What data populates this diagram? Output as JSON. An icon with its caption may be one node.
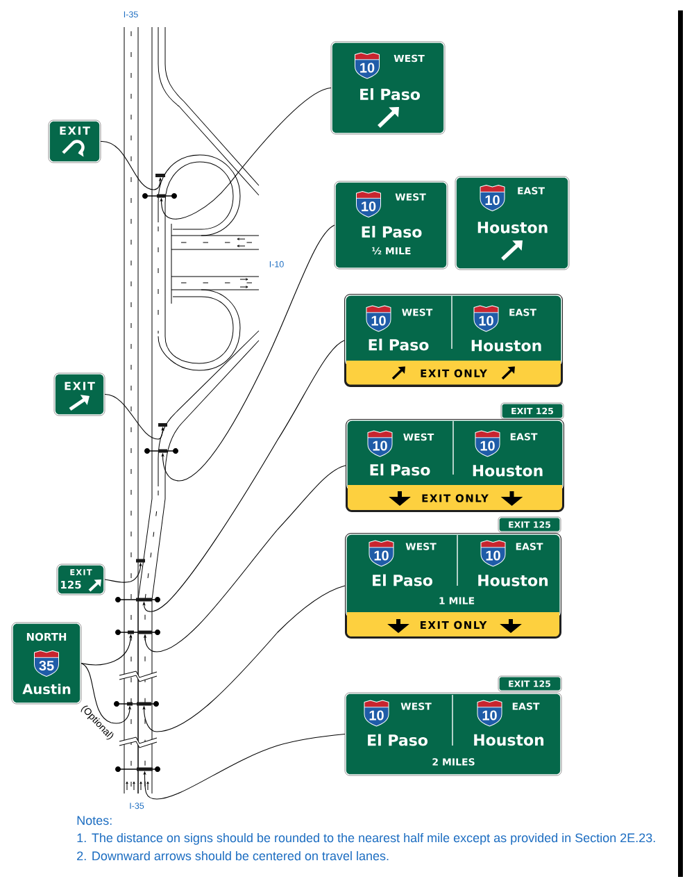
{
  "diagram": {
    "nodes": [
      {
        "text": [
          "WEST",
          "El Paso"
        ]
      },
      {
        "text": [
          "10"
        ],
        "in": 0
      },
      {
        "text": [
          "EXIT"
        ]
      },
      {
        "text": [],
        "shape": "bar"
      },
      {
        "text": [
          "WEST",
          "El Paso",
          "½ MILE"
        ]
      },
      {
        "text": [
          "10"
        ],
        "in": 4
      },
      {
        "text": [
          "EAST",
          "Houston"
        ]
      },
      {
        "text": [
          "10"
        ],
        "in": 6
      },
      {
        "text": [],
        "shape": "bar"
      },
      {
        "text": [
          "WEST",
          "El Paso",
          "EAST",
          "Houston"
        ]
      },
      {
        "text": [
          "10"
        ],
        "in": 9
      },
      {
        "text": [
          "10"
        ],
        "in": 9
      },
      {
        "text": [
          "EXIT ONLY"
        ],
        "in": 9
      },
      {
        "text": [
          "EXIT"
        ]
      },
      {
        "text": [
          "EXIT 125"
        ]
      },
      {
        "text": [
          "WEST",
          "El Paso",
          "EAST",
          "Houston"
        ]
      },
      {
        "text": [
          "10"
        ],
        "in": 15
      },
      {
        "text": [
          "10"
        ],
        "in": 15
      },
      {
        "text": [
          "EXIT ONLY"
        ],
        "in": 15
      },
      {
        "text": [],
        "shape": "bar"
      },
      {
        "text": [],
        "shape": "bar"
      },
      {
        "text": [
          "EXIT 125"
        ]
      },
      {
        "text": [
          "WEST",
          "El Paso",
          "EAST",
          "Houston",
          "1 MILE"
        ]
      },
      {
        "text": [
          "10"
        ],
        "in": 22
      },
      {
        "text": [
          "10"
        ],
        "in": 22
      },
      {
        "text": [
          "EXIT ONLY"
        ],
        "in": 22
      },
      {
        "text": [],
        "shape": "bar"
      },
      {
        "text": [
          "EXIT",
          "125"
        ]
      },
      {
        "text": [],
        "shape": "bar"
      },
      {
        "text": [
          "NORTH",
          "Austin"
        ]
      },
      {
        "text": [
          "35"
        ],
        "in": 29
      },
      {
        "text": [],
        "shape": "bar"
      },
      {
        "text": [],
        "shape": "bar"
      },
      {
        "text": [
          "EXIT 125"
        ]
      },
      {
        "text": [
          "WEST",
          "El Paso",
          "EAST",
          "Houston",
          "2 MILES"
        ]
      },
      {
        "text": [
          "10"
        ],
        "in": 34
      },
      {
        "text": [
          "10"
        ],
        "in": 34
      },
      {
        "text": [],
        "shape": "bar"
      },
      {
        "text": [],
        "shape": "bar"
      },
      {
        "text": [],
        "shape": "bar"
      }
    ],
    "edges": [
      {
        "from": 2,
        "to": 3,
        "arrow": "to"
      },
      {
        "from": 0,
        "to": 8,
        "arrow": "to"
      },
      {
        "from": 4,
        "to": 20,
        "arrow": "to"
      },
      {
        "from": 13,
        "to": 19,
        "arrow": "to"
      },
      {
        "from": 9,
        "to": 28,
        "arrow": "to"
      },
      {
        "from": 27,
        "to": 26,
        "arrow": "to"
      },
      {
        "from": 15,
        "to": 32,
        "arrow": "to"
      },
      {
        "from": 29,
        "to": 31,
        "arrow": "to"
      },
      {
        "from": 29,
        "to": 37,
        "arrow": "to",
        "label": "(Optional)"
      },
      {
        "from": 22,
        "to": 38,
        "arrow": "to"
      },
      {
        "from": 34,
        "to": 39,
        "arrow": "to"
      }
    ],
    "labels": [
      "I-35",
      "I-10",
      "I-35",
      "Notes:",
      "1. The distance on signs should be rounded to the nearest half mile except as provided in Section 2E.23.",
      "2. Downward arrows should be centered on travel lanes."
    ]
  }
}
